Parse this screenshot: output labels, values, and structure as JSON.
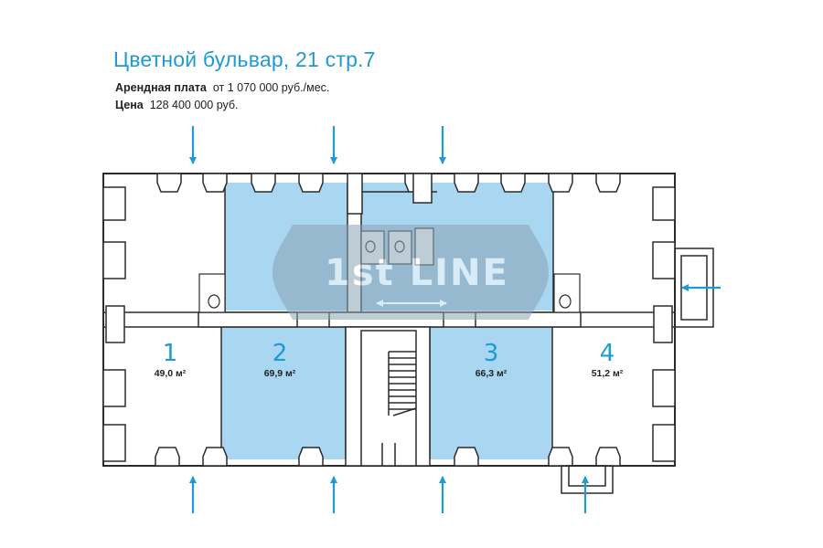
{
  "header": {
    "title": "Цветной бульвар, 21 стр.7",
    "rent_label": "Арендная плата",
    "rent_value": "от 1 070 000 руб./мес.",
    "price_label": "Цена",
    "price_value": "128 400 000 руб."
  },
  "units": [
    {
      "number": "1",
      "area": "49,0 м²",
      "available": false
    },
    {
      "number": "2",
      "area": "69,9 м²",
      "available": true
    },
    {
      "number": "3",
      "area": "66,3 м²",
      "available": true
    },
    {
      "number": "4",
      "area": "51,2 м²",
      "available": false
    }
  ],
  "watermark": {
    "text": "1st LINE"
  },
  "colors": {
    "accent": "#1e9ad6",
    "available_fill": "#a9d6f0",
    "wall": "#2b2b2b"
  },
  "icons": [
    "entrance-arrow-icon",
    "double-arrow-icon",
    "wc-icon",
    "staircase-icon"
  ]
}
